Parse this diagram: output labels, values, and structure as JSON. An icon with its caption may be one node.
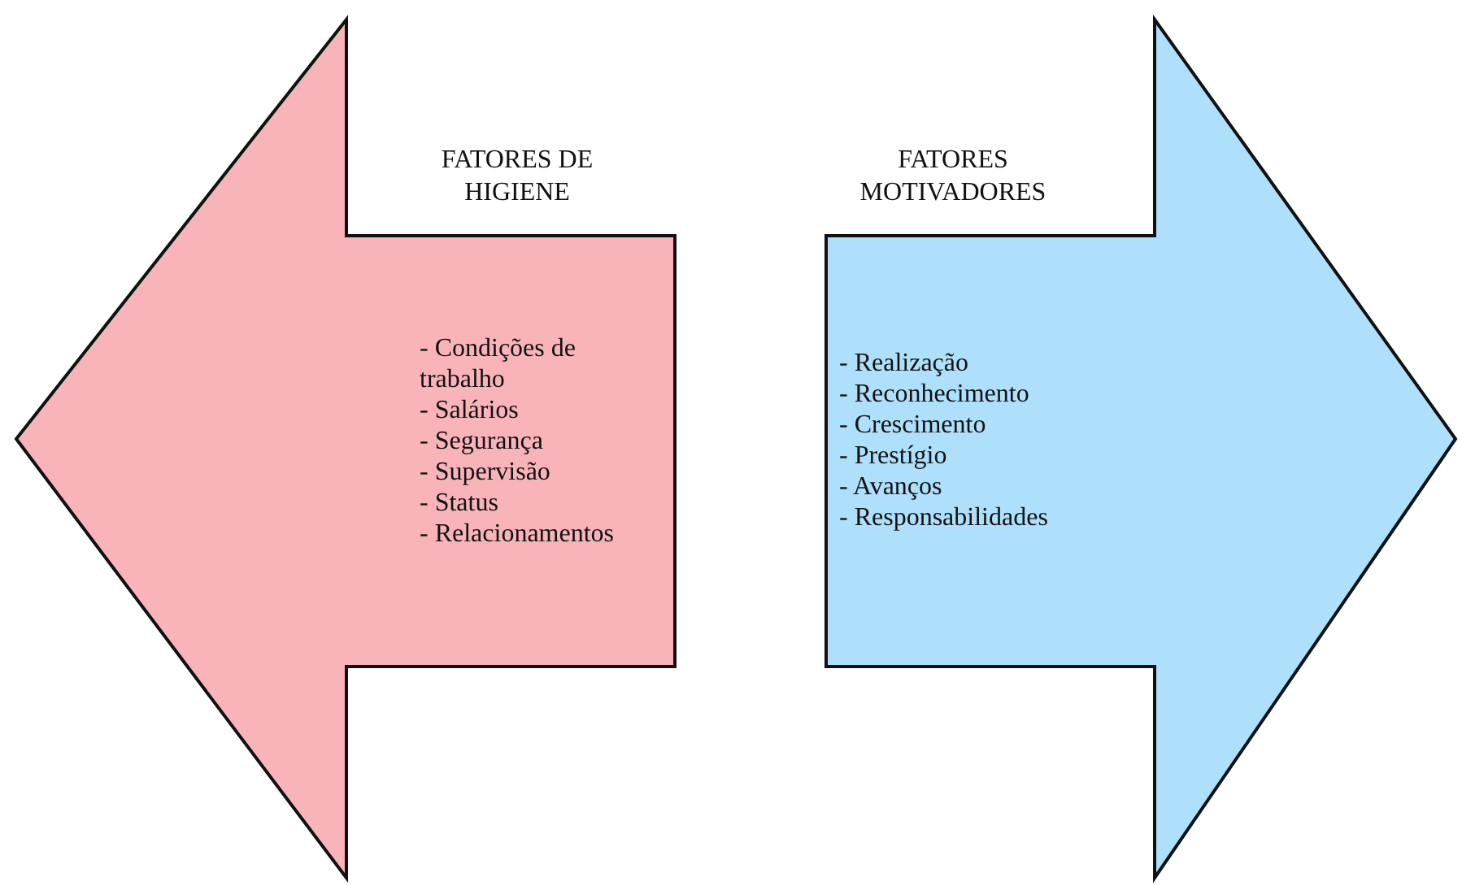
{
  "diagram": {
    "nodes": [
      {
        "text": [
          "FATORES DE HIGIENE",
          "- Condições de trabalho",
          "- Salários",
          "- Segurança",
          "- Supervisão",
          "- Status",
          "- Relacionamentos"
        ]
      },
      {
        "text": [
          "FATORES MOTIVADORES",
          "- Realização",
          "- Reconhecimento",
          "- Crescimento",
          "- Prestígio",
          "- Avanços",
          "- Responsabilidades"
        ]
      }
    ]
  }
}
